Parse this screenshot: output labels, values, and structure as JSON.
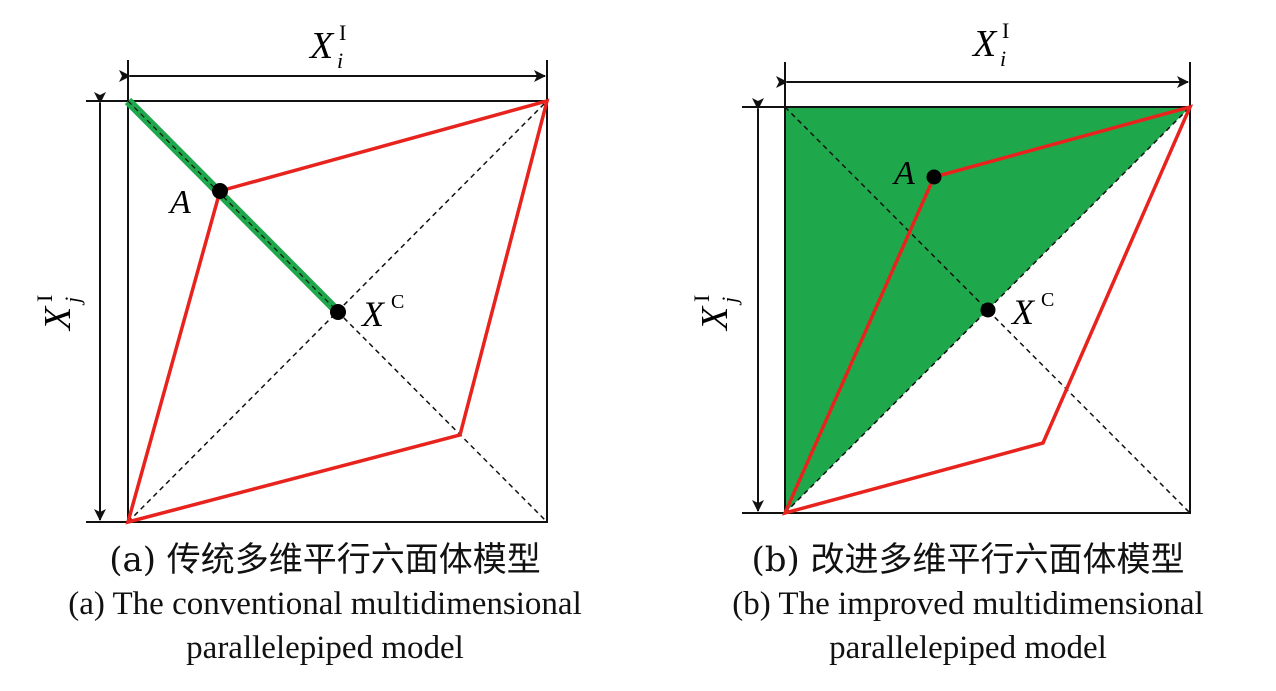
{
  "panel_a": {
    "dim_x_label": "X",
    "dim_x_sub": "i",
    "dim_x_sup": "I",
    "dim_y_label": "X",
    "dim_y_sub": "j",
    "dim_y_sup": "I",
    "point_a": "A",
    "point_c": "X",
    "point_c_sup": "C",
    "caption_cn": "(a) 传统多维平行六面体模型",
    "caption_en_line1": "(a) The conventional multidimensional",
    "caption_en_line2": "parallelepiped model"
  },
  "panel_b": {
    "dim_x_label": "X",
    "dim_x_sub": "i",
    "dim_x_sup": "I",
    "dim_y_label": "X",
    "dim_y_sub": "j",
    "dim_y_sup": "I",
    "point_a": "A",
    "point_c": "X",
    "point_c_sup": "C",
    "caption_cn": "(b) 改进多维平行六面体模型",
    "caption_en_line1": "(b) The improved multidimensional",
    "caption_en_line2": "parallelepiped model"
  },
  "colors": {
    "red_line": "#e8231d",
    "green_region": "#1fa84b",
    "frame": "#111111"
  }
}
